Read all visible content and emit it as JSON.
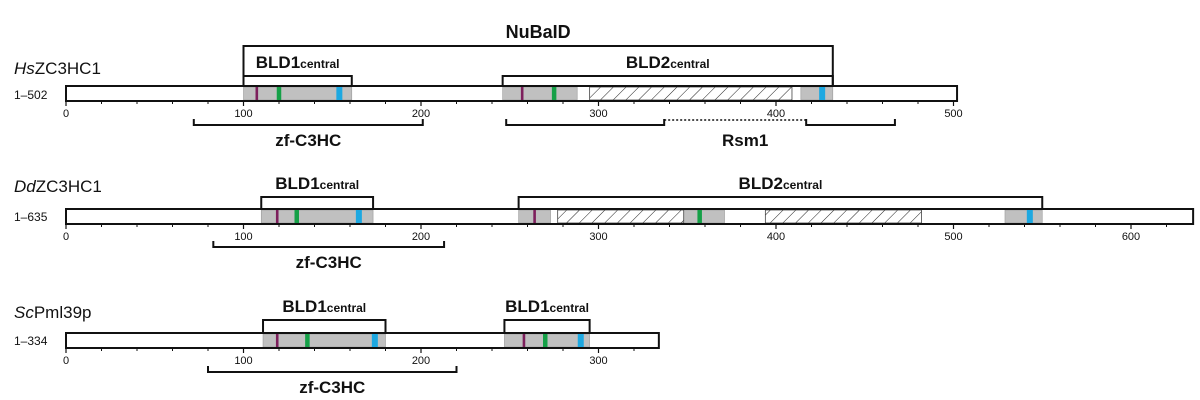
{
  "colors": {
    "domain": "#c0c0c0",
    "purple": "#7d1f5c",
    "green": "#15a047",
    "blue": "#1da8e1",
    "line": "#111111"
  },
  "proteins": [
    {
      "id": "hs",
      "species": "Hs",
      "name": "ZC3HC1",
      "range": "1–502",
      "length": 502,
      "ticks": [
        0,
        100,
        200,
        300,
        400,
        500
      ],
      "domains": [
        [
          100,
          161
        ],
        [
          246,
          288
        ],
        [
          414,
          432
        ]
      ],
      "hatched": [
        [
          295,
          409
        ]
      ],
      "markers": [
        {
          "pos": 107.5,
          "color": "purple"
        },
        {
          "pos": 120,
          "color": "green"
        },
        {
          "pos": 154,
          "color": "blue"
        },
        {
          "pos": 257,
          "color": "purple"
        },
        {
          "pos": 275,
          "color": "green"
        },
        {
          "pos": 426,
          "color": "blue"
        }
      ],
      "upper": [
        {
          "from": 100,
          "to": 432,
          "label": "NuBaID",
          "level": 2
        },
        {
          "from": 100,
          "to": 161,
          "label": "BLD1",
          "sub": "central",
          "level": 1
        },
        {
          "from": 246,
          "to": 432,
          "label": "BLD2",
          "sub": "central",
          "level": 1
        }
      ],
      "lower": [
        {
          "from": 72,
          "to": 201,
          "label": "zf-C3HC"
        },
        {
          "from": 248,
          "to": 467,
          "gap": [
            337,
            417
          ],
          "label": "Rsm1"
        }
      ]
    },
    {
      "id": "dd",
      "species": "Dd",
      "name": "ZC3HC1",
      "range": "1–635",
      "length": 635,
      "ticks": [
        0,
        100,
        200,
        300,
        400,
        500,
        600
      ],
      "domains": [
        [
          110,
          173
        ],
        [
          255,
          273
        ],
        [
          348,
          371
        ],
        [
          529,
          550
        ]
      ],
      "hatched": [
        [
          277,
          348
        ],
        [
          394,
          482
        ]
      ],
      "markers": [
        {
          "pos": 119,
          "color": "purple"
        },
        {
          "pos": 130,
          "color": "green"
        },
        {
          "pos": 165,
          "color": "blue"
        },
        {
          "pos": 264,
          "color": "purple"
        },
        {
          "pos": 357,
          "color": "green"
        },
        {
          "pos": 543,
          "color": "blue"
        }
      ],
      "upper": [
        {
          "from": 110,
          "to": 173,
          "label": "BLD1",
          "sub": "central",
          "level": 1
        },
        {
          "from": 255,
          "to": 550,
          "label": "BLD2",
          "sub": "central",
          "level": 1
        }
      ],
      "lower": [
        {
          "from": 83,
          "to": 213,
          "label": "zf-C3HC"
        }
      ]
    },
    {
      "id": "sc",
      "species": "Sc",
      "name": "Pml39p",
      "range": "1–334",
      "length": 334,
      "ticks": [
        0,
        100,
        200,
        300
      ],
      "domains": [
        [
          111,
          180
        ],
        [
          247,
          295
        ]
      ],
      "hatched": [],
      "markers": [
        {
          "pos": 119,
          "color": "purple"
        },
        {
          "pos": 136,
          "color": "green"
        },
        {
          "pos": 174,
          "color": "blue"
        },
        {
          "pos": 258,
          "color": "purple"
        },
        {
          "pos": 270,
          "color": "green"
        },
        {
          "pos": 290,
          "color": "blue"
        }
      ],
      "upper": [
        {
          "from": 111,
          "to": 180,
          "label": "BLD1",
          "sub": "central",
          "level": 1
        },
        {
          "from": 247,
          "to": 295,
          "label": "BLD1",
          "sub": "central",
          "level": 1
        }
      ],
      "lower": [
        {
          "from": 80,
          "to": 220,
          "label": "zf-C3HC"
        }
      ]
    }
  ]
}
